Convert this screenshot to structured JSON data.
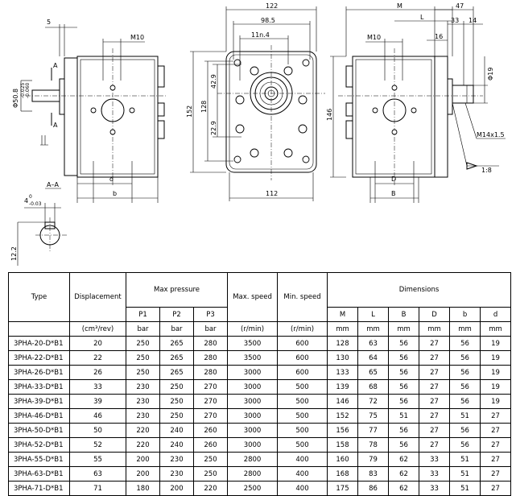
{
  "drawing": {
    "left_view": {
      "dim_top_5": "5",
      "dim_m10": "M10",
      "dim_shaft_dia_main": "Φ50.8",
      "dim_shaft_dia_tol_upper": "-0.025",
      "dim_shaft_dia_tol_lower": "-0.060",
      "section_mark_top": "A",
      "section_mark_bottom": "A",
      "dim_d": "d",
      "dim_b": "b"
    },
    "section_aa": {
      "title": "A–A",
      "dim_key_width": "4",
      "dim_key_tol_upper": "0",
      "dim_key_tol_lower": "-0.03",
      "dim_key_height": "12.2"
    },
    "center_view": {
      "dim_122": "122",
      "dim_98_5": "98.5",
      "dim_11n4": "11n.4",
      "dim_42_9": "42.9",
      "dim_128": "128",
      "dim_152": "152",
      "dim_22_9": "22.9",
      "dim_112": "112"
    },
    "right_view": {
      "dim_m": "M",
      "dim_47": "47",
      "dim_l": "L",
      "dim_33": "33",
      "dim_14": "14",
      "dim_m10": "M10",
      "dim_16": "16",
      "dim_146": "146",
      "dim_phi19": "Φ19",
      "dim_m14": "M14x1.5",
      "dim_taper": "1:8",
      "dim_D": "D",
      "dim_B": "B"
    }
  },
  "table": {
    "headers": {
      "type": "Type",
      "displacement": "Displacement",
      "max_pressure": "Max pressure",
      "max_speed": "Max. speed",
      "min_speed": "Min. speed",
      "dimensions": "Dimensions"
    },
    "sub_headers": [
      "P1",
      "P2",
      "P3",
      "M",
      "L",
      "B",
      "D",
      "b",
      "d"
    ],
    "units": {
      "displacement": "(cm³/rev)",
      "p1": "bar",
      "p2": "bar",
      "p3": "bar",
      "max_speed": "(r/min)",
      "min_speed": "(r/min)",
      "M": "mm",
      "L": "mm",
      "B": "mm",
      "D": "mm",
      "b": "mm",
      "d": "mm"
    },
    "rows": [
      [
        "3PHA-20-D*B1",
        "20",
        "250",
        "265",
        "280",
        "3500",
        "600",
        "128",
        "63",
        "56",
        "27",
        "56",
        "19"
      ],
      [
        "3PHA-22-D*B1",
        "22",
        "250",
        "265",
        "280",
        "3500",
        "600",
        "130",
        "64",
        "56",
        "27",
        "56",
        "19"
      ],
      [
        "3PHA-26-D*B1",
        "26",
        "250",
        "265",
        "280",
        "3000",
        "600",
        "133",
        "65",
        "56",
        "27",
        "56",
        "19"
      ],
      [
        "3PHA-33-D*B1",
        "33",
        "230",
        "250",
        "270",
        "3000",
        "500",
        "139",
        "68",
        "56",
        "27",
        "56",
        "19"
      ],
      [
        "3PHA-39-D*B1",
        "39",
        "230",
        "250",
        "270",
        "3000",
        "500",
        "146",
        "72",
        "56",
        "27",
        "56",
        "19"
      ],
      [
        "3PHA-46-D*B1",
        "46",
        "230",
        "250",
        "270",
        "3000",
        "500",
        "152",
        "75",
        "51",
        "27",
        "51",
        "27"
      ],
      [
        "3PHA-50-D*B1",
        "50",
        "220",
        "240",
        "260",
        "3000",
        "500",
        "156",
        "77",
        "56",
        "27",
        "56",
        "27"
      ],
      [
        "3PHA-52-D*B1",
        "52",
        "220",
        "240",
        "260",
        "3000",
        "500",
        "158",
        "78",
        "56",
        "27",
        "56",
        "27"
      ],
      [
        "3PHA-55-D*B1",
        "55",
        "200",
        "230",
        "250",
        "2800",
        "400",
        "160",
        "79",
        "62",
        "33",
        "51",
        "27"
      ],
      [
        "3PHA-63-D*B1",
        "63",
        "200",
        "230",
        "250",
        "2800",
        "400",
        "168",
        "83",
        "62",
        "33",
        "51",
        "27"
      ],
      [
        "3PHA-71-D*B1",
        "71",
        "180",
        "200",
        "220",
        "2500",
        "400",
        "175",
        "86",
        "62",
        "33",
        "51",
        "27"
      ]
    ]
  }
}
